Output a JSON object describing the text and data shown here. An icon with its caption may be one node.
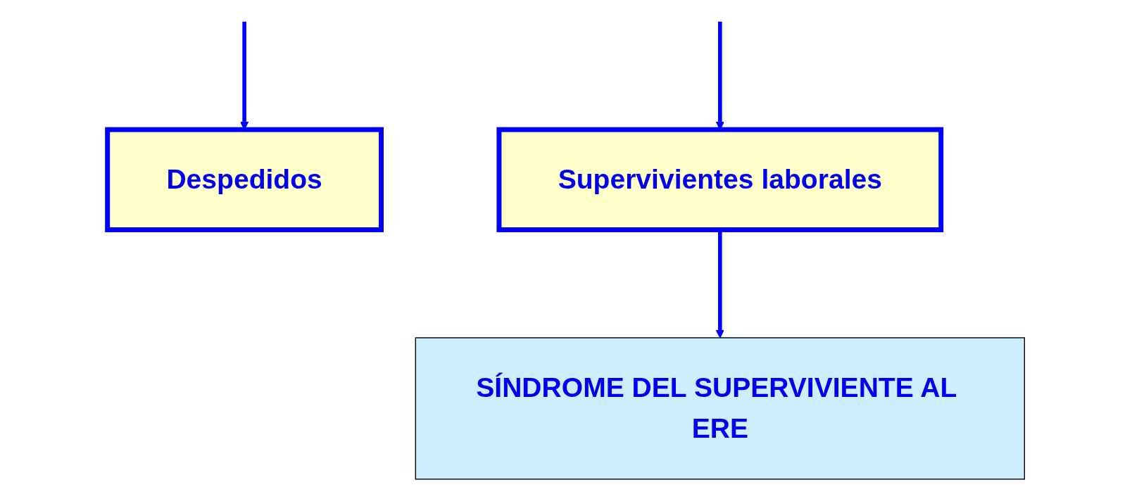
{
  "diagram": {
    "nodes": [
      {
        "text": [
          "Despedidos"
        ]
      },
      {
        "text": [
          "Supervivientes laborales"
        ]
      },
      {
        "text": [
          "SÍNDROME DEL SUPERVIVIENTE AL ERE"
        ]
      }
    ],
    "edges": [
      {
        "from": null,
        "to": 0,
        "arrow": "to"
      },
      {
        "from": null,
        "to": 1,
        "arrow": "to"
      },
      {
        "from": 1,
        "to": 2,
        "arrow": "to"
      }
    ]
  }
}
